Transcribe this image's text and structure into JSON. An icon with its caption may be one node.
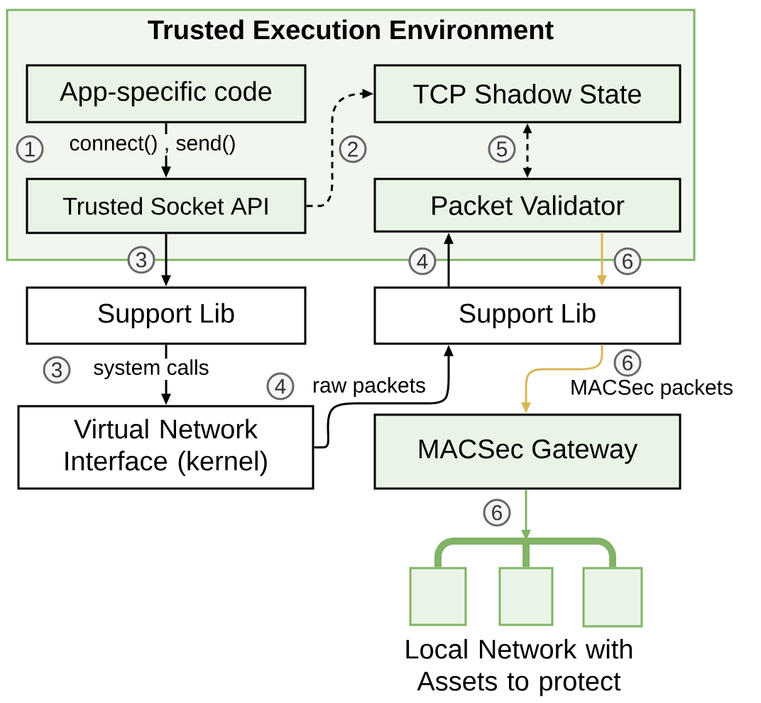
{
  "diagram": {
    "nodes": [
      {
        "text": [
          "Trusted Execution Environment"
        ]
      },
      {
        "text": [
          "App-specific code"
        ],
        "in": 0
      },
      {
        "text": [
          "TCP Shadow State"
        ],
        "in": 0
      },
      {
        "text": [
          "Trusted Socket API"
        ],
        "in": 0
      },
      {
        "text": [
          "Packet Validator"
        ],
        "in": 0
      },
      {
        "text": [
          "Support Lib"
        ]
      },
      {
        "text": [
          "Support Lib"
        ]
      },
      {
        "text": [
          "Virtual Network Interface (kernel)"
        ]
      },
      {
        "text": [
          "MACSec Gateway"
        ]
      },
      {
        "text": [],
        "shape": "box"
      },
      {
        "text": [],
        "shape": "box"
      },
      {
        "text": [],
        "shape": "box"
      }
    ],
    "edges": [
      {
        "from": 1,
        "to": 3,
        "arrow": "to",
        "label": "connect() , send()"
      },
      {
        "from": 3,
        "to": 2,
        "arrow": "to",
        "style": "dashed"
      },
      {
        "from": 2,
        "to": 4,
        "arrow": "both",
        "style": "dashed"
      },
      {
        "from": 3,
        "to": 5,
        "arrow": "to"
      },
      {
        "from": 6,
        "to": 4,
        "arrow": "to"
      },
      {
        "from": 4,
        "to": 6,
        "arrow": "to",
        "color": "#d6b656"
      },
      {
        "from": 5,
        "to": 7,
        "arrow": "to",
        "label": "system calls"
      },
      {
        "from": 7,
        "to": 6,
        "arrow": "to",
        "label": "raw packets"
      },
      {
        "from": 6,
        "to": 8,
        "arrow": "to",
        "label": "MACSec packets",
        "color": "#d6b656"
      },
      {
        "from": 8,
        "to": null,
        "arrow": "to",
        "color": "#82b366"
      },
      {
        "from": null,
        "to": 9,
        "arrow": "none",
        "style": "thick",
        "color": "#82b366"
      },
      {
        "from": null,
        "to": 10,
        "arrow": "none",
        "style": "thick",
        "color": "#82b366"
      },
      {
        "from": null,
        "to": 11,
        "arrow": "none",
        "style": "thick",
        "color": "#82b366"
      }
    ],
    "labels": [
      "1",
      "2",
      "5",
      "3",
      "4",
      "6",
      "3",
      "4",
      "6",
      "6",
      "Local Network with Assets to protect"
    ]
  }
}
